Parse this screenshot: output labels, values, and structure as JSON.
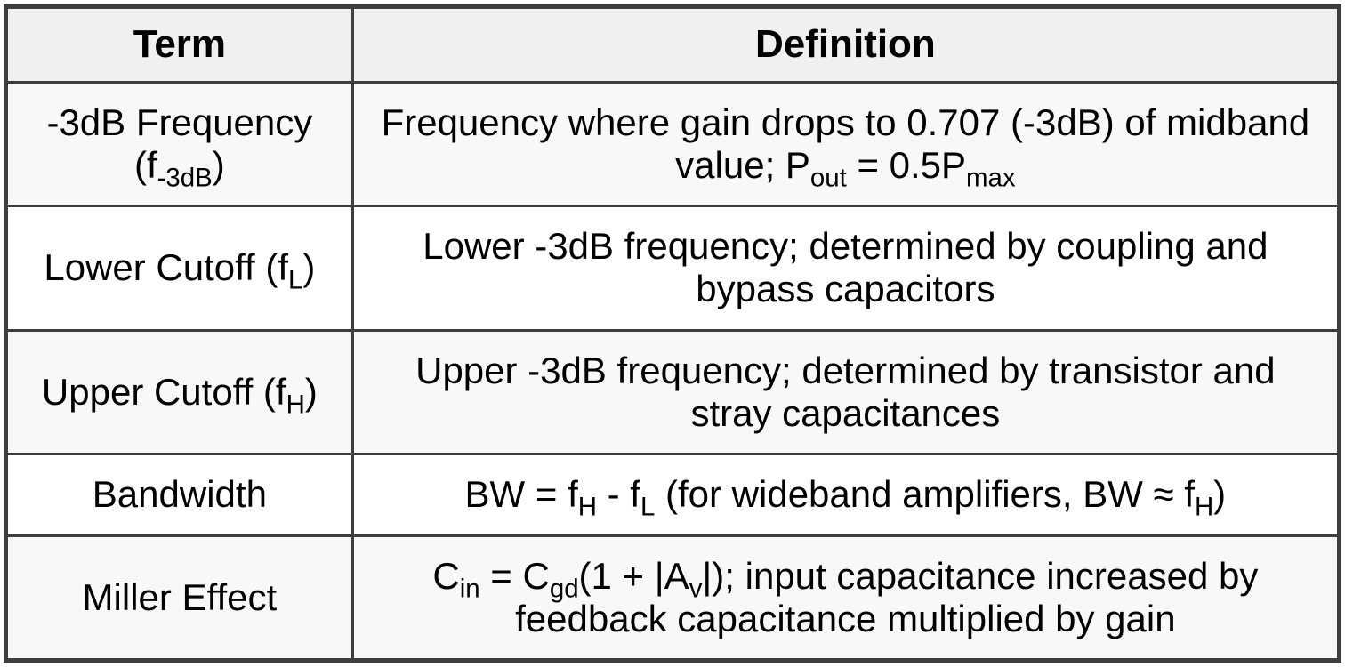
{
  "colors": {
    "border": "#3e3e3e",
    "header_bg": "#f0f0f0",
    "stripe_bg": "#f8f8f8",
    "plain_bg": "#ffffff",
    "text": "#000000",
    "page_bg": "#ffffff"
  },
  "table": {
    "headers": [
      "Term",
      "Definition"
    ],
    "rows": [
      {
        "term": [
          {
            "t": "-3dB Frequency"
          },
          {
            "br": true
          },
          {
            "t": "(f"
          },
          {
            "t": "-3dB",
            "sub": true
          },
          {
            "t": ")"
          }
        ],
        "definition": [
          {
            "t": "Frequency where gain drops to 0.707 (-3dB) of midband"
          },
          {
            "br": true
          },
          {
            "t": "value; P"
          },
          {
            "t": "out",
            "sub": true
          },
          {
            "t": " = 0.5P"
          },
          {
            "t": "max",
            "sub": true
          }
        ]
      },
      {
        "term": [
          {
            "t": "Lower Cutoff (f"
          },
          {
            "t": "L",
            "sub": true
          },
          {
            "t": ")"
          }
        ],
        "definition": [
          {
            "t": "Lower -3dB frequency; determined by coupling and"
          },
          {
            "br": true
          },
          {
            "t": "bypass capacitors"
          }
        ]
      },
      {
        "term": [
          {
            "t": "Upper Cutoff (f"
          },
          {
            "t": "H",
            "sub": true
          },
          {
            "t": ")"
          }
        ],
        "definition": [
          {
            "t": "Upper -3dB frequency; determined by transistor and"
          },
          {
            "br": true
          },
          {
            "t": "stray capacitances"
          }
        ]
      },
      {
        "term": [
          {
            "t": "Bandwidth"
          }
        ],
        "definition": [
          {
            "t": "BW = f"
          },
          {
            "t": "H",
            "sub": true
          },
          {
            "t": " - f"
          },
          {
            "t": "L",
            "sub": true
          },
          {
            "t": " (for wideband amplifiers, BW ≈ f"
          },
          {
            "t": "H",
            "sub": true
          },
          {
            "t": ")"
          }
        ]
      },
      {
        "term": [
          {
            "t": "Miller Effect"
          }
        ],
        "definition": [
          {
            "t": "C"
          },
          {
            "t": "in",
            "sub": true
          },
          {
            "t": " = C"
          },
          {
            "t": "gd",
            "sub": true
          },
          {
            "t": "(1 + |A"
          },
          {
            "t": "v",
            "sub": true
          },
          {
            "t": "|); input capacitance increased by"
          },
          {
            "br": true
          },
          {
            "t": "feedback capacitance multiplied by gain"
          }
        ]
      }
    ]
  }
}
